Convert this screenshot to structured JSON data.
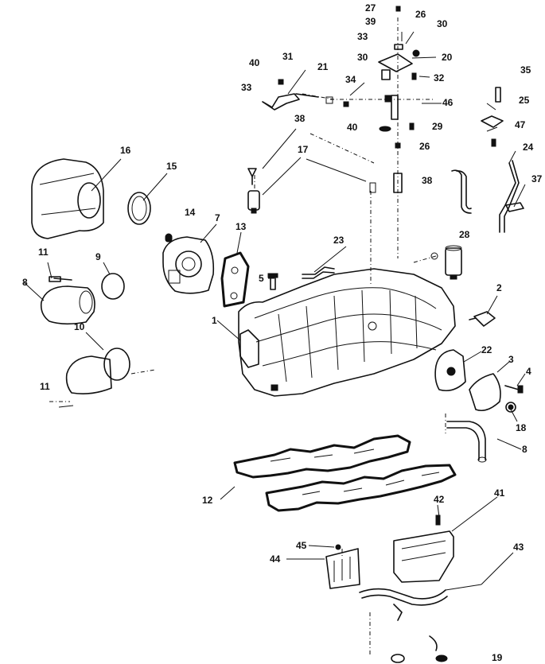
{
  "callouts": [
    {
      "id": "27",
      "label": "27"
    },
    {
      "id": "26a",
      "label": "26"
    },
    {
      "id": "39",
      "label": "39"
    },
    {
      "id": "30a",
      "label": "30"
    },
    {
      "id": "33a",
      "label": "33"
    },
    {
      "id": "30b",
      "label": "30"
    },
    {
      "id": "20",
      "label": "20"
    },
    {
      "id": "32",
      "label": "32"
    },
    {
      "id": "40a",
      "label": "40"
    },
    {
      "id": "31",
      "label": "31"
    },
    {
      "id": "21",
      "label": "21"
    },
    {
      "id": "33b",
      "label": "33"
    },
    {
      "id": "34",
      "label": "34"
    },
    {
      "id": "46",
      "label": "46"
    },
    {
      "id": "40b",
      "label": "40"
    },
    {
      "id": "29",
      "label": "29"
    },
    {
      "id": "26b",
      "label": "26"
    },
    {
      "id": "35",
      "label": "35"
    },
    {
      "id": "25",
      "label": "25"
    },
    {
      "id": "47",
      "label": "47"
    },
    {
      "id": "24",
      "label": "24"
    },
    {
      "id": "37",
      "label": "37"
    },
    {
      "id": "38a",
      "label": "38"
    },
    {
      "id": "38b",
      "label": "38"
    },
    {
      "id": "17",
      "label": "17"
    },
    {
      "id": "16",
      "label": "16"
    },
    {
      "id": "15",
      "label": "15"
    },
    {
      "id": "14",
      "label": "14"
    },
    {
      "id": "7",
      "label": "7"
    },
    {
      "id": "13",
      "label": "13"
    },
    {
      "id": "23",
      "label": "23"
    },
    {
      "id": "28",
      "label": "28"
    },
    {
      "id": "11a",
      "label": "11"
    },
    {
      "id": "9",
      "label": "9"
    },
    {
      "id": "8a",
      "label": "8"
    },
    {
      "id": "5",
      "label": "5"
    },
    {
      "id": "2",
      "label": "2"
    },
    {
      "id": "1",
      "label": "1"
    },
    {
      "id": "10",
      "label": "10"
    },
    {
      "id": "22",
      "label": "22"
    },
    {
      "id": "3",
      "label": "3"
    },
    {
      "id": "4",
      "label": "4"
    },
    {
      "id": "11b",
      "label": "11"
    },
    {
      "id": "18",
      "label": "18"
    },
    {
      "id": "8b",
      "label": "8"
    },
    {
      "id": "12",
      "label": "12"
    },
    {
      "id": "42",
      "label": "42"
    },
    {
      "id": "41",
      "label": "41"
    },
    {
      "id": "45",
      "label": "45"
    },
    {
      "id": "43",
      "label": "43"
    },
    {
      "id": "44",
      "label": "44"
    },
    {
      "id": "19",
      "label": "19"
    }
  ]
}
